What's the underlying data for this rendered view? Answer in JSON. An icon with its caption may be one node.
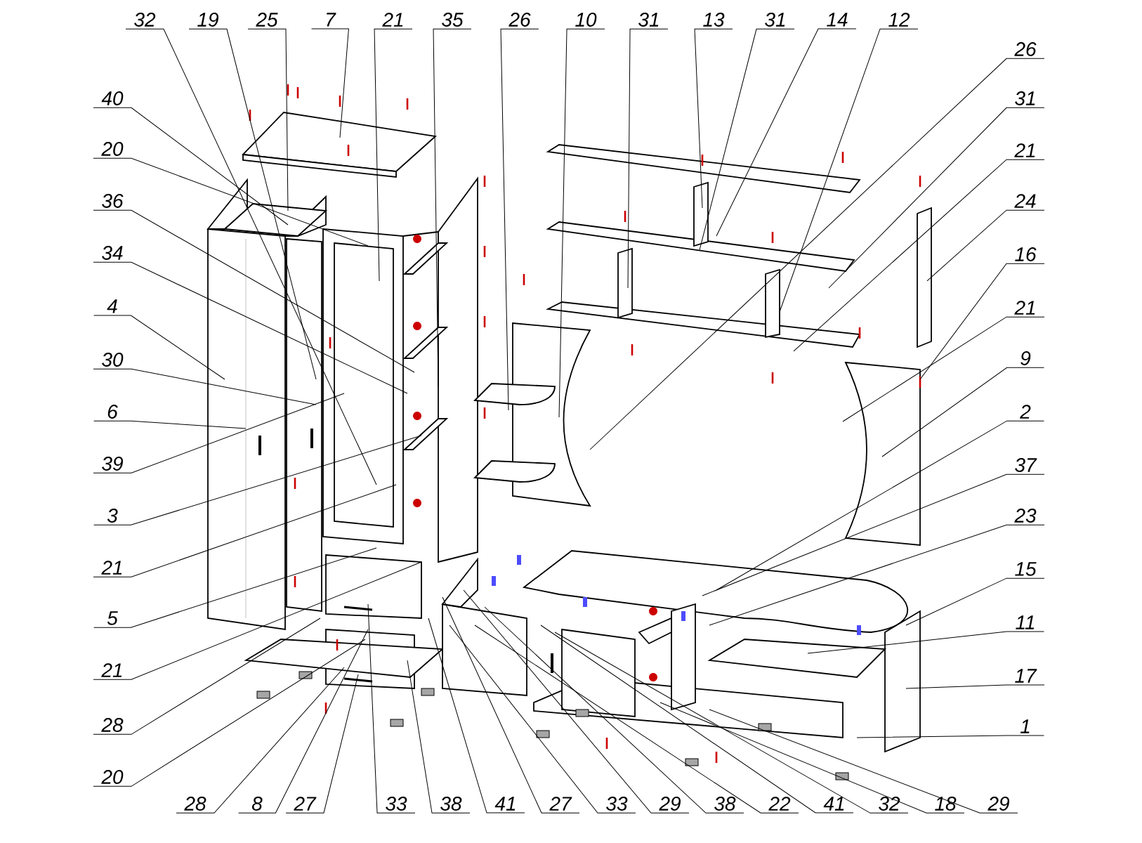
{
  "diagram": {
    "nodes": [
      {
        "text": [
          "32"
        ]
      },
      {
        "text": [
          "19"
        ]
      },
      {
        "text": [
          "25"
        ]
      },
      {
        "text": [
          "7"
        ]
      },
      {
        "text": [
          "21"
        ]
      },
      {
        "text": [
          "35"
        ]
      },
      {
        "text": [
          "26"
        ]
      },
      {
        "text": [
          "10"
        ]
      },
      {
        "text": [
          "31"
        ]
      },
      {
        "text": [
          "13"
        ]
      },
      {
        "text": [
          "31"
        ]
      },
      {
        "text": [
          "14"
        ]
      },
      {
        "text": [
          "12"
        ]
      },
      {
        "text": [
          "40"
        ]
      },
      {
        "text": [
          "20"
        ]
      },
      {
        "text": [
          "36"
        ]
      },
      {
        "text": [
          "34"
        ]
      },
      {
        "text": [
          "4"
        ]
      },
      {
        "text": [
          "30"
        ]
      },
      {
        "text": [
          "6"
        ]
      },
      {
        "text": [
          "39"
        ]
      },
      {
        "text": [
          "3"
        ]
      },
      {
        "text": [
          "21"
        ]
      },
      {
        "text": [
          "5"
        ]
      },
      {
        "text": [
          "21"
        ]
      },
      {
        "text": [
          "28"
        ]
      },
      {
        "text": [
          "20"
        ]
      },
      {
        "text": [
          "26"
        ]
      },
      {
        "text": [
          "31"
        ]
      },
      {
        "text": [
          "21"
        ]
      },
      {
        "text": [
          "24"
        ]
      },
      {
        "text": [
          "16"
        ]
      },
      {
        "text": [
          "21"
        ]
      },
      {
        "text": [
          "9"
        ]
      },
      {
        "text": [
          "2"
        ]
      },
      {
        "text": [
          "37"
        ]
      },
      {
        "text": [
          "23"
        ]
      },
      {
        "text": [
          "15"
        ]
      },
      {
        "text": [
          "11"
        ]
      },
      {
        "text": [
          "17"
        ]
      },
      {
        "text": [
          "1"
        ]
      },
      {
        "text": [
          "28"
        ]
      },
      {
        "text": [
          "8"
        ]
      },
      {
        "text": [
          "27"
        ]
      },
      {
        "text": [
          "33"
        ]
      },
      {
        "text": [
          "38"
        ]
      },
      {
        "text": [
          "41"
        ]
      },
      {
        "text": [
          "27"
        ]
      },
      {
        "text": [
          "33"
        ]
      },
      {
        "text": [
          "29"
        ]
      },
      {
        "text": [
          "38"
        ]
      },
      {
        "text": [
          "22"
        ]
      },
      {
        "text": [
          "41"
        ]
      },
      {
        "text": [
          "32"
        ]
      },
      {
        "text": [
          "18"
        ]
      },
      {
        "text": [
          "29"
        ]
      }
    ],
    "edges": [
      {
        "from": 0,
        "to": null,
        "arrow": "none"
      },
      {
        "from": 1,
        "to": null,
        "arrow": "none"
      },
      {
        "from": 2,
        "to": null,
        "arrow": "none"
      },
      {
        "from": 3,
        "to": null,
        "arrow": "none"
      },
      {
        "from": 4,
        "to": null,
        "arrow": "none"
      },
      {
        "from": 5,
        "to": null,
        "arrow": "none"
      },
      {
        "from": 6,
        "to": null,
        "arrow": "none"
      },
      {
        "from": 7,
        "to": null,
        "arrow": "none"
      },
      {
        "from": 8,
        "to": null,
        "arrow": "none"
      },
      {
        "from": 9,
        "to": null,
        "arrow": "none"
      },
      {
        "from": 10,
        "to": null,
        "arrow": "none"
      },
      {
        "from": 11,
        "to": null,
        "arrow": "none"
      },
      {
        "from": 12,
        "to": null,
        "arrow": "none"
      },
      {
        "from": 13,
        "to": null,
        "arrow": "none"
      },
      {
        "from": 14,
        "to": null,
        "arrow": "none"
      },
      {
        "from": 15,
        "to": null,
        "arrow": "none"
      },
      {
        "from": 16,
        "to": null,
        "arrow": "none"
      },
      {
        "from": 17,
        "to": null,
        "arrow": "none"
      },
      {
        "from": 18,
        "to": null,
        "arrow": "none"
      },
      {
        "from": 19,
        "to": null,
        "arrow": "none"
      },
      {
        "from": 20,
        "to": null,
        "arrow": "none"
      },
      {
        "from": 21,
        "to": null,
        "arrow": "none"
      },
      {
        "from": 22,
        "to": null,
        "arrow": "none"
      },
      {
        "from": 23,
        "to": null,
        "arrow": "none"
      },
      {
        "from": 24,
        "to": null,
        "arrow": "none"
      },
      {
        "from": 25,
        "to": null,
        "arrow": "none"
      },
      {
        "from": 26,
        "to": null,
        "arrow": "none"
      },
      {
        "from": 27,
        "to": null,
        "arrow": "none"
      },
      {
        "from": 28,
        "to": null,
        "arrow": "none"
      },
      {
        "from": 29,
        "to": null,
        "arrow": "none"
      },
      {
        "from": 30,
        "to": null,
        "arrow": "none"
      },
      {
        "from": 31,
        "to": null,
        "arrow": "none"
      },
      {
        "from": 32,
        "to": null,
        "arrow": "none"
      },
      {
        "from": 33,
        "to": null,
        "arrow": "none"
      },
      {
        "from": 34,
        "to": null,
        "arrow": "none"
      },
      {
        "from": 35,
        "to": null,
        "arrow": "none"
      },
      {
        "from": 36,
        "to": null,
        "arrow": "none"
      },
      {
        "from": 37,
        "to": null,
        "arrow": "none"
      },
      {
        "from": 38,
        "to": null,
        "arrow": "none"
      },
      {
        "from": 39,
        "to": null,
        "arrow": "none"
      },
      {
        "from": 40,
        "to": null,
        "arrow": "none"
      },
      {
        "from": 41,
        "to": null,
        "arrow": "none"
      },
      {
        "from": 42,
        "to": null,
        "arrow": "none"
      },
      {
        "from": 43,
        "to": null,
        "arrow": "none"
      },
      {
        "from": 44,
        "to": null,
        "arrow": "none"
      },
      {
        "from": 45,
        "to": null,
        "arrow": "none"
      },
      {
        "from": 46,
        "to": null,
        "arrow": "none"
      },
      {
        "from": 47,
        "to": null,
        "arrow": "none"
      },
      {
        "from": 48,
        "to": null,
        "arrow": "none"
      },
      {
        "from": 49,
        "to": null,
        "arrow": "none"
      },
      {
        "from": 50,
        "to": null,
        "arrow": "none"
      },
      {
        "from": 51,
        "to": null,
        "arrow": "none"
      },
      {
        "from": 52,
        "to": null,
        "arrow": "none"
      },
      {
        "from": 53,
        "to": null,
        "arrow": "none"
      },
      {
        "from": 54,
        "to": null,
        "arrow": "none"
      },
      {
        "from": 55,
        "to": null,
        "arrow": "none"
      }
    ]
  }
}
